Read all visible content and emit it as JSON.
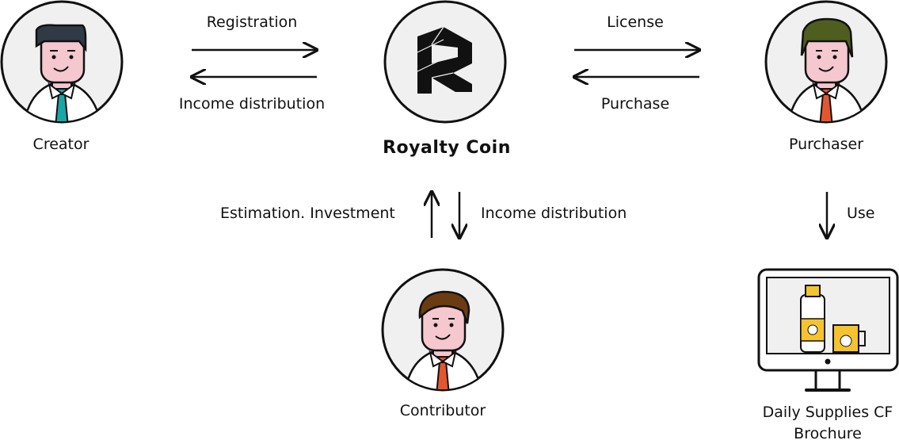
{
  "nodes": {
    "creator": "Creator",
    "purchaser": "Purchaser",
    "contributor": "Contributor",
    "brochure_line1": "Daily Supplies CF",
    "brochure_line2": "Brochure"
  },
  "brand": "Royalty Coin",
  "flows": {
    "registration": "Registration",
    "income_top": "Income distribution",
    "license": "License",
    "purchase": "Purchase",
    "estimation": "Estimation. Investment",
    "income_mid": "Income distribution",
    "use": "Use"
  },
  "colors": {
    "skin": "#f5c7cf",
    "face_bg": "#f0f0f0",
    "hair_dark": "#2f3a45",
    "hair_olive": "#4f5e1f",
    "hair_brown": "#6b3c12",
    "tie_teal": "#1aa6a6",
    "tie_orange": "#e4572e",
    "product_yellow": "#f5c330"
  }
}
